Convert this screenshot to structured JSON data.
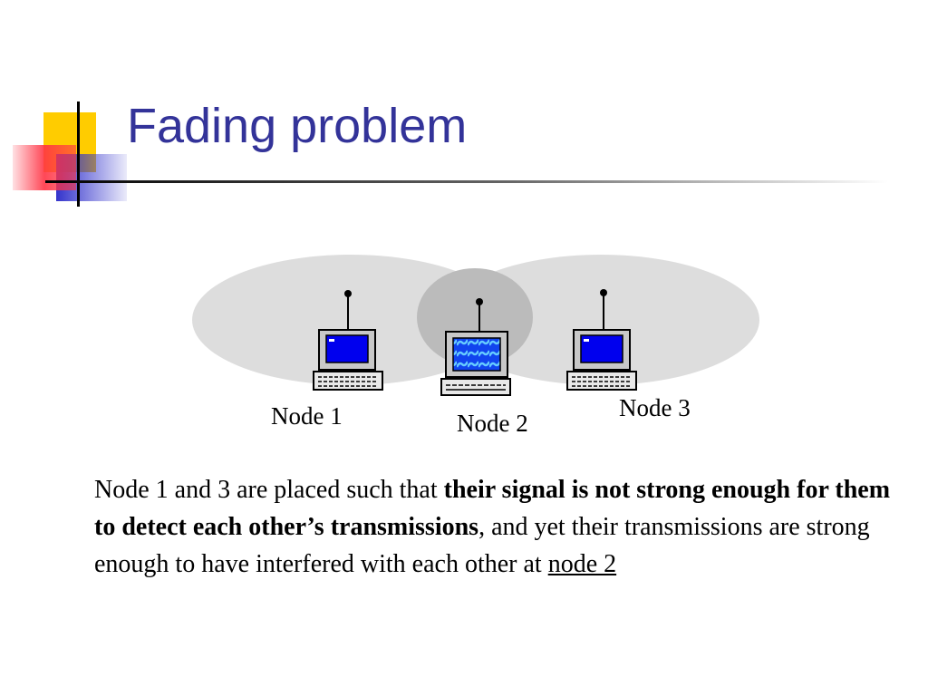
{
  "slide": {
    "title": "Fading problem",
    "nodes": [
      {
        "label": "Node 1"
      },
      {
        "label": "Node 2"
      },
      {
        "label": "Node 3"
      }
    ],
    "body": {
      "part1": "Node 1 and 3 are placed such that ",
      "bold": "their signal is not strong enough for them to detect  each other’s transmissions",
      "part2": ", and yet their transmissions are strong enough to have interfered with each other at ",
      "underlined": "node 2"
    }
  },
  "colors": {
    "title": "#333399",
    "range_fill": "#dddddd",
    "overlap_fill": "#bbbbbb",
    "screen": "#0000ee",
    "accent_yellow": "#ffcc00",
    "accent_red": "#ff3333",
    "accent_blue": "#3333cc"
  }
}
